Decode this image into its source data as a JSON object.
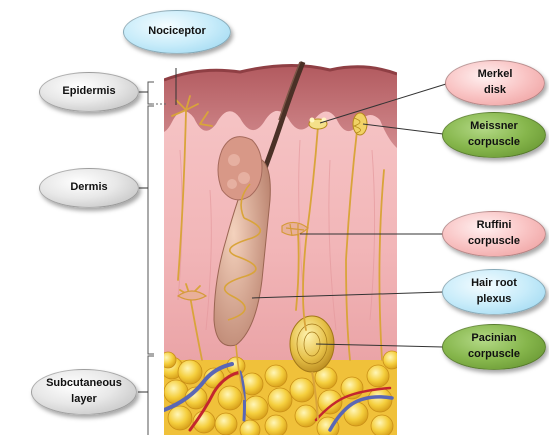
{
  "labels": {
    "nociceptor": "Nociceptor",
    "epidermis": "Epidermis",
    "dermis": "Dermis",
    "subcutaneous": "Subcutaneous\nlayer",
    "merkel": "Merkel\ndisk",
    "meissner": "Meissner\ncorpuscle",
    "ruffini": "Ruffini\ncorpuscle",
    "hair_root": "Hair root\nplexus",
    "pacinian": "Pacinian\ncorpuscle"
  },
  "colors": {
    "layer_label": "#d9d9d9",
    "nociceptor": "#c8ecfa",
    "merkel": "#f9c3c3",
    "meissner": "#86b64c",
    "ruffini": "#f9c3c3",
    "hair_root": "#c8ecfa",
    "pacinian": "#86b64c",
    "epidermis": "#c9787a",
    "dermis": "#f2b9bb",
    "fat": "#f3cb3b",
    "nerve": "#d9a43a"
  }
}
